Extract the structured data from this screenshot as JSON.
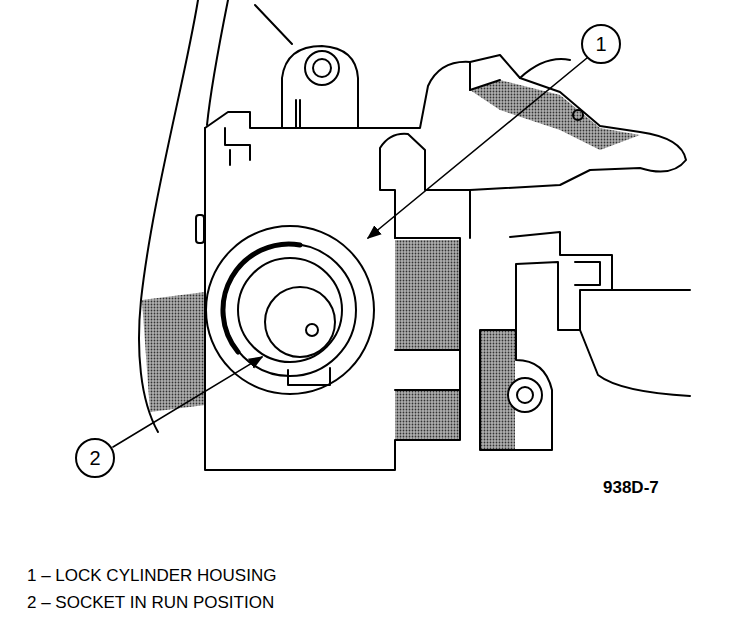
{
  "diagram": {
    "nodes": [
      {
        "text": [
          "1"
        ]
      },
      {
        "text": [
          "2"
        ]
      }
    ],
    "labels": [
      "938D-7",
      "1 – LOCK CYLINDER HOUSING",
      "2 – SOCKET IN RUN POSITION"
    ]
  }
}
